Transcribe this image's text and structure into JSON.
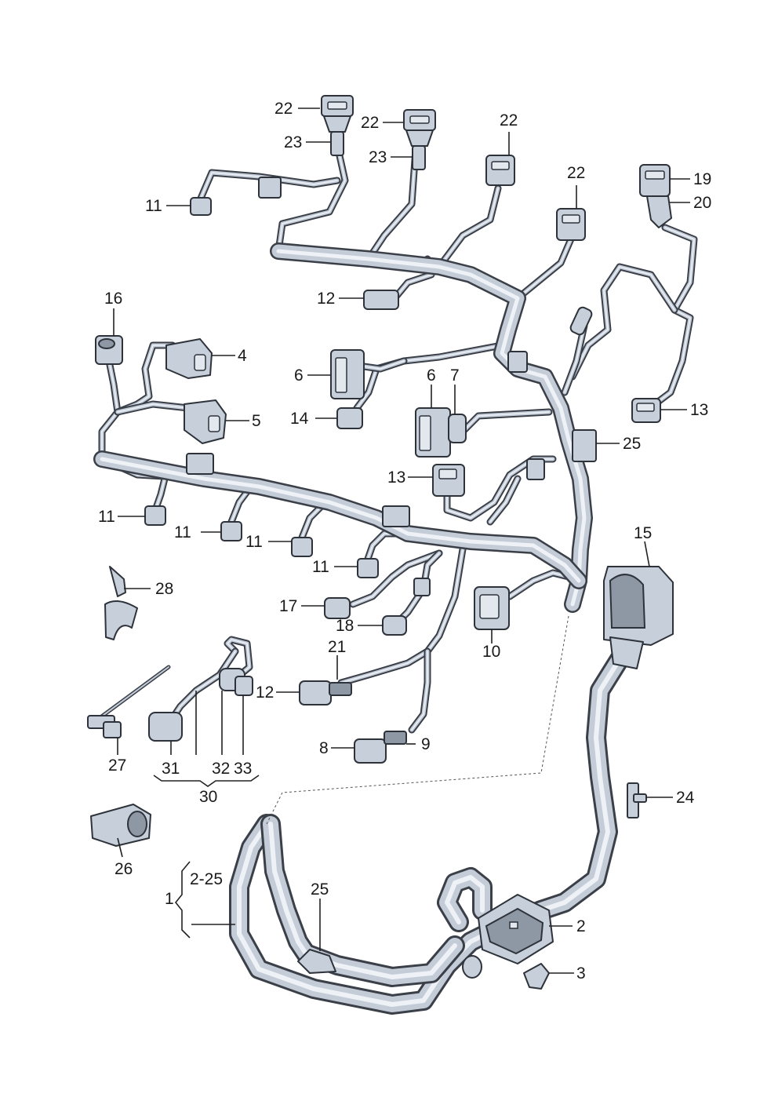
{
  "callouts": {
    "c1": "1",
    "c2": "2",
    "c2_25": "2-25",
    "c3": "3",
    "c4": "4",
    "c5": "5",
    "c6a": "6",
    "c6b": "6",
    "c7": "7",
    "c8": "8",
    "c9": "9",
    "c10": "10",
    "c11a": "11",
    "c11b": "11",
    "c11c": "11",
    "c11d": "11",
    "c11e": "11",
    "c12a": "12",
    "c12b": "12",
    "c13a": "13",
    "c13b": "13",
    "c14": "14",
    "c15": "15",
    "c16": "16",
    "c17": "17",
    "c18": "18",
    "c19": "19",
    "c20": "20",
    "c21": "21",
    "c22a": "22",
    "c22b": "22",
    "c22c": "22",
    "c22d": "22",
    "c23a": "23",
    "c23b": "23",
    "c24": "24",
    "c25a": "25",
    "c25b": "25",
    "c26": "26",
    "c27": "27",
    "c28": "28",
    "c30": "30",
    "c31": "31",
    "c32": "32",
    "c33": "33"
  }
}
